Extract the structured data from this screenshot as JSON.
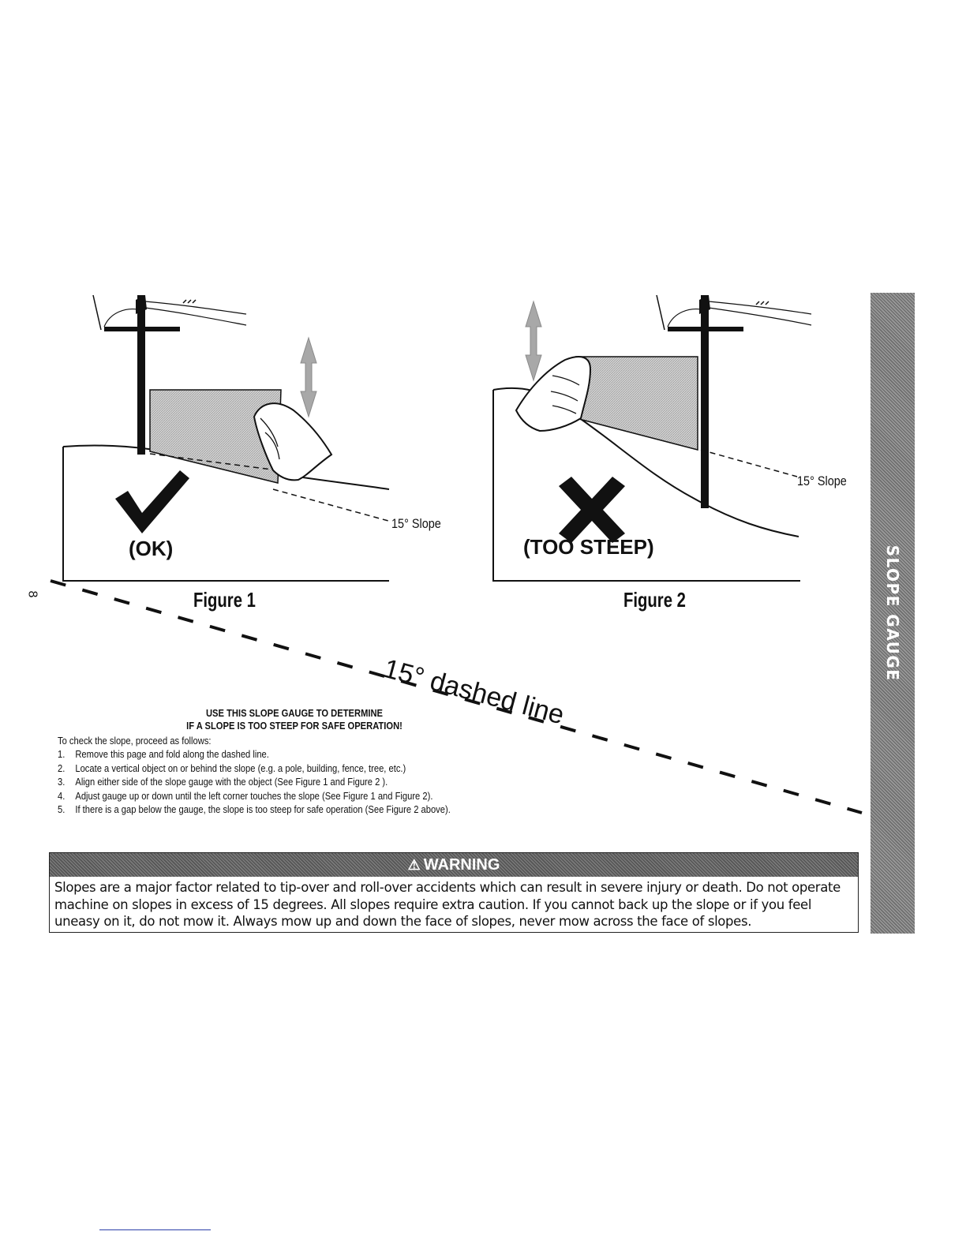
{
  "page_number": "8",
  "side_tab": {
    "label": "SLOPE GAUGE"
  },
  "figure1": {
    "verdict": "(OK)",
    "caption": "Figure 1",
    "slope_label": "15° Slope"
  },
  "figure2": {
    "verdict": "(TOO STEEP)",
    "caption": "Figure 2",
    "slope_label": "15° Slope"
  },
  "gauge_line_label": "15° dashed line",
  "instructions": {
    "heading_line1": "USE THIS SLOPE GAUGE TO DETERMINE",
    "heading_line2": "IF A SLOPE IS TOO STEEP FOR SAFE OPERATION!",
    "intro": "To check the slope, proceed as follows:",
    "steps": [
      {
        "num": "1.",
        "text": "Remove this page and fold along the dashed line."
      },
      {
        "num": "2.",
        "text": "Locate a vertical object on or behind the slope (e.g. a pole, building, fence,  tree, etc.)"
      },
      {
        "num": "3.",
        "text": "Align either side of the slope gauge with the object (See Figure 1 and Figure 2 )."
      },
      {
        "num": "4.",
        "text": "Adjust gauge up or down until the left corner touches the slope (See Figure 1 and Figure 2)."
      },
      {
        "num": "5.",
        "text": "If there is a gap below the gauge, the slope is too steep for safe operation (See Figure 2 above)."
      }
    ]
  },
  "warning": {
    "title": "WARNING",
    "text": "Slopes are a major factor related to tip-over and roll-over accidents which can result in severe injury or death. Do not operate machine on slopes in excess of 15 degrees. All slopes require extra caution. If you cannot back up the slope or if you feel uneasy on it, do not mow it. Always mow up and down the face of slopes, never mow across the face of slopes."
  },
  "colors": {
    "ink": "#111111",
    "gauge_fill": "#b8b8b8",
    "tab_gray": "#888888"
  }
}
